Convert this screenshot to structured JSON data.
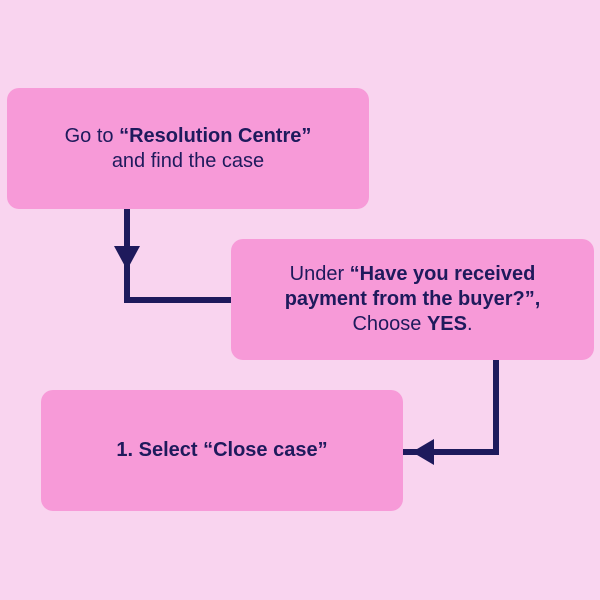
{
  "colors": {
    "background": "#F9D4EF",
    "box_fill": "#F79AD8",
    "text": "#1E1A5C",
    "connector": "#1E1A5C"
  },
  "steps": [
    {
      "id": "step-1",
      "lines": [
        [
          {
            "text": "Go to ",
            "bold": false
          },
          {
            "text": "“Resolution Centre”",
            "bold": true
          }
        ],
        [
          {
            "text": "and find the case",
            "bold": false
          }
        ]
      ]
    },
    {
      "id": "step-2",
      "lines": [
        [
          {
            "text": "Under ",
            "bold": false
          },
          {
            "text": "“Have you received",
            "bold": true
          }
        ],
        [
          {
            "text": "payment from the buyer?”,",
            "bold": true
          }
        ],
        [
          {
            "text": "Choose ",
            "bold": false
          },
          {
            "text": "YES",
            "bold": true
          },
          {
            "text": ".",
            "bold": false
          }
        ]
      ]
    },
    {
      "id": "step-3",
      "lines": [
        [
          {
            "text": "1. Select “Close case”",
            "bold": true
          }
        ]
      ]
    }
  ],
  "connectors": [
    {
      "from": "step-1",
      "to": "step-2"
    },
    {
      "from": "step-2",
      "to": "step-3"
    }
  ]
}
